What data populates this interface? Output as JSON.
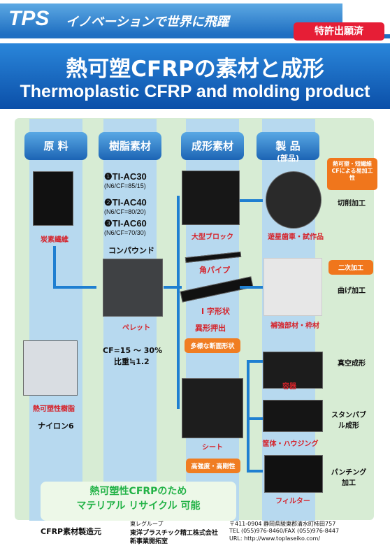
{
  "brand": "TPS",
  "tagline": "イノベーションで世界に飛躍",
  "patent": "特許出願済",
  "title": "熱可塑CFRPの素材と成形",
  "subtitle": "Thermoplastic CFRP and molding product",
  "headers": [
    "原 料",
    "樹脂素材",
    "成形素材",
    "製 品"
  ],
  "product_sub": "(部品)",
  "labels": {
    "carbon": "炭素繊維",
    "compound": "コンパウンド",
    "pellet": "ペレット",
    "thermo_resin": "熱可塑性樹脂",
    "nylon": "ナイロン6",
    "block": "大型ブロック",
    "pipe": "角パイプ",
    "i_shape": "I 字形状",
    "extrusion": "異形押出",
    "sheet": "シート",
    "gear": "遊星歯車・試作品",
    "rein": "補強部材・枠材",
    "container": "容器",
    "housing": "筐体・ハウジング",
    "filter": "フィルター"
  },
  "grades": [
    {
      "name": "❶TI-AC30",
      "ratio": "(N6/CF=85/15)"
    },
    {
      "name": "❷TI-AC40",
      "ratio": "(N6/CF=80/20)"
    },
    {
      "name": "❸TI-AC60",
      "ratio": "(N6/CF=70/30)"
    }
  ],
  "cf_range": "CF=15 ～ 30%",
  "gravity": "比重≒1.2",
  "boxes": {
    "varied": "多様な断面形状",
    "strength": "高強度・高剛性"
  },
  "notes": {
    "short": "熱可塑・短繊維CFによる易加工性",
    "secondary": "二次加工"
  },
  "process": {
    "cut": "切削加工",
    "bend": "曲げ加工",
    "vacuum": "真空成形",
    "stamp": "スタンパブル成形",
    "punch": "パンチング加工"
  },
  "recycle": [
    "熱可塑性CFRPのため",
    "マテリアル リサイクル 可能"
  ],
  "maker_label": "CFRP素材製造元",
  "company": [
    "東レグループ",
    "東洋プラスチック精工株式会社",
    "新事業開拓室"
  ],
  "address": [
    "〒411-0904 静岡県駿東郡清水町柿田757",
    "TEL (055)976-8460/FAX (055)976-8447",
    "URL: http://www.toplaseiko.com/"
  ]
}
